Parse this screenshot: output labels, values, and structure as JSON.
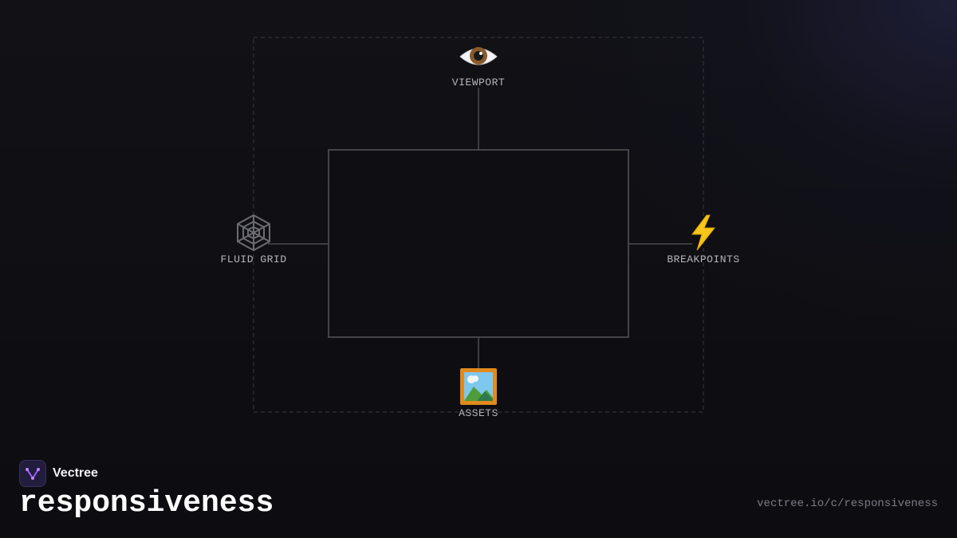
{
  "diagram": {
    "nodes": {
      "top": {
        "label": "VIEWPORT",
        "icon": "eye-icon"
      },
      "left": {
        "label": "FLUID GRID",
        "icon": "spider-web-icon"
      },
      "right": {
        "label": "BREAKPOINTS",
        "icon": "lightning-icon"
      },
      "bottom": {
        "label": "ASSETS",
        "icon": "framed-picture-icon"
      }
    },
    "colors": {
      "line": "#4a4a50",
      "dashed_border": "#3a3a40",
      "label": "#b4b4bc",
      "lightning": "#f5c518"
    }
  },
  "branding": {
    "name": "Vectree",
    "topic": "responsiveness",
    "url": "vectree.io/c/responsiveness",
    "logo_icon": "vectree-logo-icon",
    "accent": "#9b5cf6"
  }
}
